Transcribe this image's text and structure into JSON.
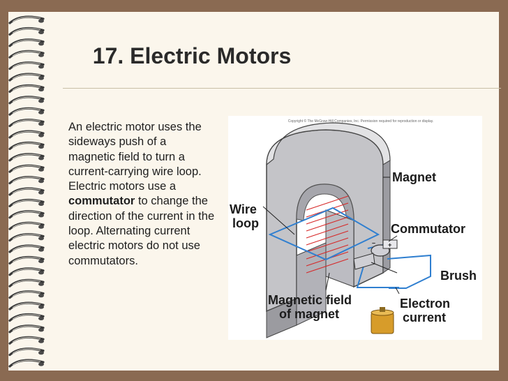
{
  "slide": {
    "title": "17. Electric Motors",
    "body_part1": "An electric motor uses the sideways push of a magnetic field to turn a current-carrying wire loop. Electric motors use a",
    "body_bold": "commutator",
    "body_part2": "to change the direction of the current in the loop. Alternating current electric motors do not use commutators."
  },
  "figure": {
    "copyright": "Copyright © The McGraw-Hill Companies, Inc. Permission required for reproduction or display.",
    "label_magnet": "Magnet",
    "label_wire_line1": "Wire",
    "label_wire_line2": "loop",
    "label_commutator": "Commutator",
    "label_brush": "Brush",
    "label_field_line1": "Magnetic field",
    "label_field_line2": "of magnet",
    "label_electron_line1": "Electron",
    "label_electron_line2": "current",
    "label_plus": "+",
    "label_minus": "–"
  }
}
